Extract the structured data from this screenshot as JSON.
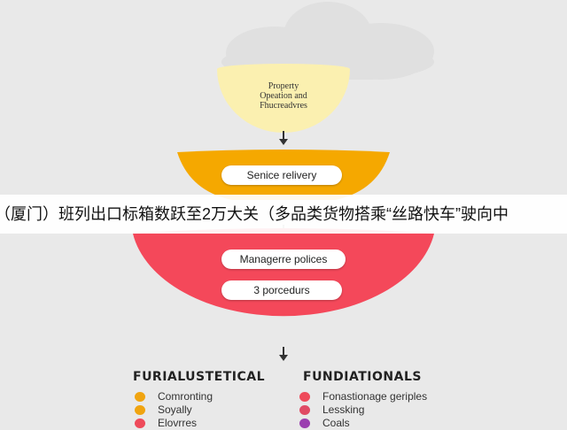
{
  "top_node": {
    "line1": "Property",
    "line2": "Opeation and",
    "line3": "Fhucreadvres"
  },
  "middle_node": {
    "label": "Senice relivery"
  },
  "bottom_node": {
    "pill1": "Managerre polices",
    "pill2": "3 porcedurs"
  },
  "banner": {
    "text": "（厦门）班列出口标箱数跃至2万大关（多品类货物搭乘“丝路快车”驶向中"
  },
  "left_column": {
    "title": "FURIALUSTETICAL",
    "items": [
      {
        "label": "Comronting",
        "color": "#f0a410"
      },
      {
        "label": "Soyally",
        "color": "#f0a410"
      },
      {
        "label": "Elovrres",
        "color": "#ee4a5a"
      }
    ]
  },
  "right_column": {
    "title": "FUNDIATIONALS",
    "items": [
      {
        "label": "Fonastionage geriples",
        "color": "#ee4a5a"
      },
      {
        "label": "Lessking",
        "color": "#e04a64"
      },
      {
        "label": "Coals",
        "color": "#9b3fb0"
      }
    ]
  },
  "colors": {
    "top_circle": "#fbf0b0",
    "middle_band": "#f5a800",
    "bottom_bowl": "#f4485a",
    "arrow": "#333333",
    "background": "#e9e9e9"
  }
}
